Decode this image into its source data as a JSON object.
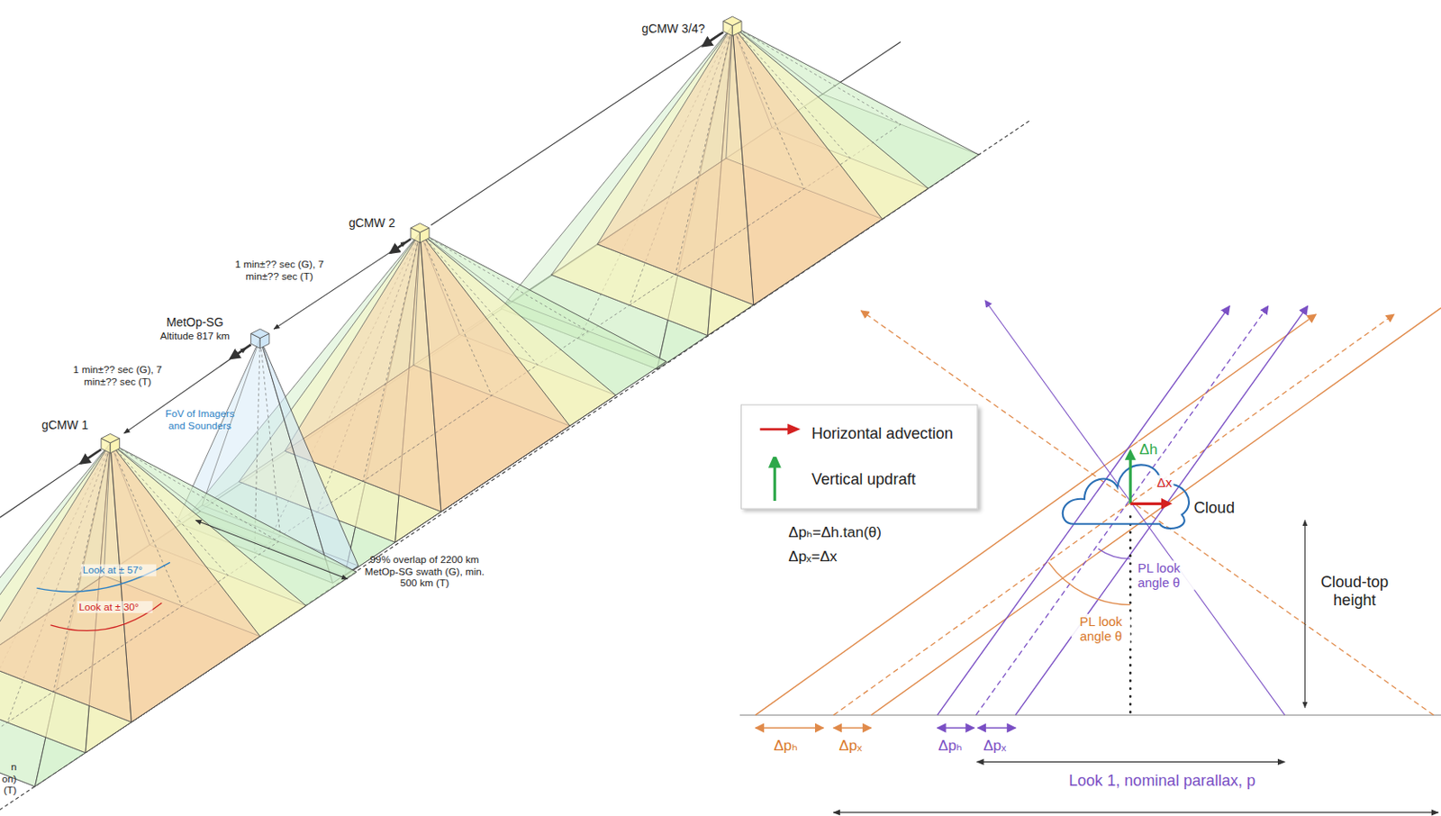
{
  "diagram": {
    "nodes": [
      {
        "text": [
          "gCMW 1"
        ]
      },
      {
        "text": [
          "MetOp-SG",
          "Altitude 817 km"
        ]
      },
      {
        "text": [
          "gCMW 2"
        ]
      },
      {
        "text": [
          "gCMW 3/4?"
        ]
      }
    ],
    "edges": [
      {
        "from": 0,
        "to": 1,
        "arrow": "both",
        "label": "1 min±?? sec (G), 7 min±?? sec (T)"
      },
      {
        "from": 1,
        "to": 2,
        "arrow": "both",
        "label": "1 min±?? sec (G), 7 min±?? sec (T)"
      }
    ],
    "labels": [
      "FoV of Imagers and Sounders",
      "Look at ± 57°",
      "Look at ± 30°",
      "99% overlap of 2200 km MetOp-SG swath (G), min. 500 km (T)",
      "n on) (T)",
      "Δpₕ=Δh.tan(θ)",
      "Δpₓ=Δx",
      "Δh",
      "Δx",
      "Cloud",
      "PL look angle θ",
      "PL look angle θ",
      "Cloud-top height",
      "Δpₕ",
      "Δpₓ",
      "Δpₕ",
      "Δpₓ",
      "Look 1, nominal parallax, p"
    ],
    "legend": [
      {
        "text": "Horizontal advection"
      },
      {
        "text": "Vertical updraft"
      }
    ]
  }
}
